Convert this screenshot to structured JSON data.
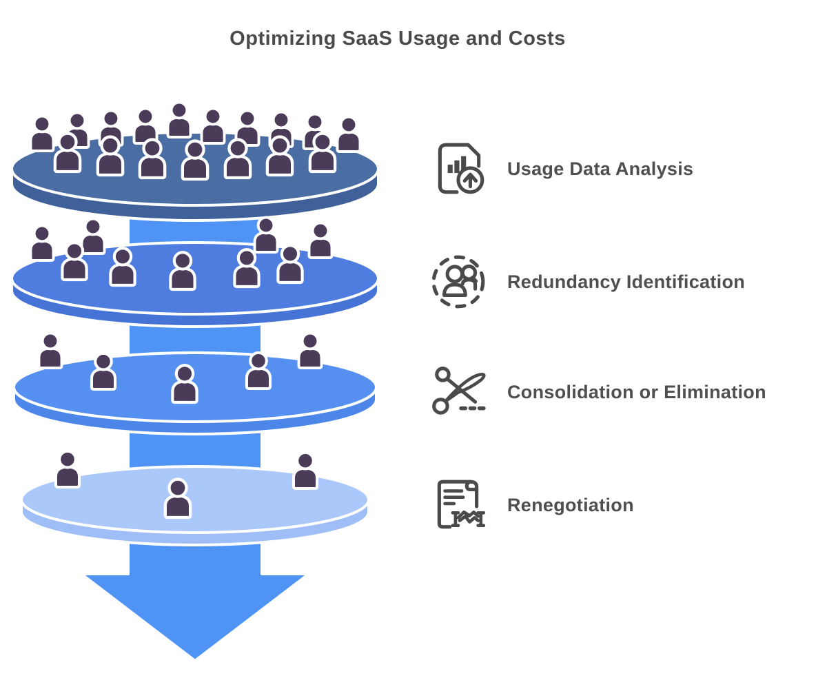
{
  "title": "Optimizing SaaS Usage and Costs",
  "colors": {
    "background": "#ffffff",
    "title_text": "#4a4a4a",
    "label_text": "#4f4f4f",
    "icon_stroke": "#4a4a4a",
    "person_fill": "#4a3b58",
    "outline_white": "#ffffff",
    "flow_blue": "#4f93f4"
  },
  "funnel": {
    "levels": [
      {
        "id": "level-1",
        "people_count": 17,
        "face_color": "#4a6da3",
        "rim_color": "#40609a"
      },
      {
        "id": "level-2",
        "people_count": 9,
        "face_color": "#4e7ddf",
        "rim_color": "#4673d6"
      },
      {
        "id": "level-3",
        "people_count": 5,
        "face_color": "#5590f0",
        "rim_color": "#4c86e9"
      },
      {
        "id": "level-4",
        "people_count": 3,
        "face_color": "#abc8fa",
        "rim_color": "#9fbef7"
      }
    ]
  },
  "steps": [
    {
      "label": "Usage Data Analysis",
      "icon": "document-bar-chart-upload-icon"
    },
    {
      "label": "Redundancy Identification",
      "icon": "duplicate-users-icon"
    },
    {
      "label": "Consolidation or Elimination",
      "icon": "scissors-cut-icon"
    },
    {
      "label": "Renegotiation",
      "icon": "contract-handshake-icon"
    }
  ]
}
